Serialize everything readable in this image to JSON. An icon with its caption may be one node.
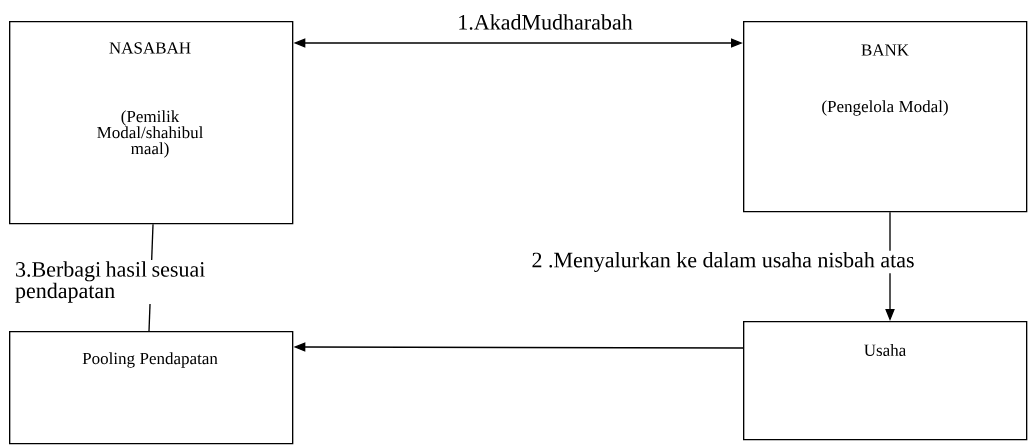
{
  "diagram": {
    "nodes": [
      {
        "text": [
          "NASABAH",
          "(Pemilik Modal/shahibul maal)"
        ]
      },
      {
        "text": [
          "BANK",
          "(Pengelola Modal)"
        ]
      },
      {
        "text": [
          "Pooling Pendapatan"
        ]
      },
      {
        "text": [
          "Usaha"
        ]
      }
    ],
    "edges": [
      {
        "from": 0,
        "to": 1,
        "arrow": "both",
        "label": "1.AkadMudharabah"
      },
      {
        "from": 1,
        "to": 3,
        "arrow": "to",
        "label": "2 .Menyalurkan ke dalam usaha nisbah atas"
      },
      {
        "from": 3,
        "to": 2,
        "arrow": "to"
      },
      {
        "from": 2,
        "to": 0,
        "arrow": "none",
        "label": "3.Berbagi hasil sesuai pendapatan"
      }
    ]
  }
}
